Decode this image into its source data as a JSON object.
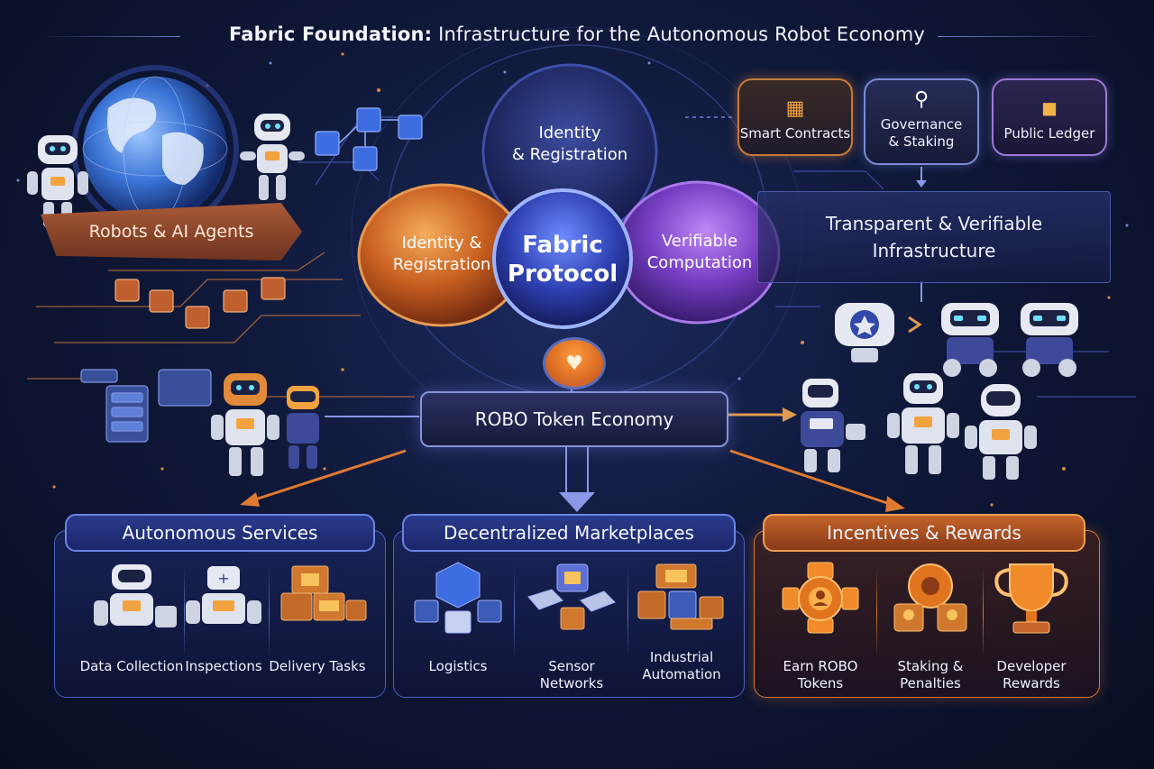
{
  "title": {
    "bold": "Fabric Foundation:",
    "rest": " Infrastructure for the Autonomous Robot Economy"
  },
  "left_banner": "Robots & AI Agents",
  "top_chips": [
    {
      "label": "Smart Contracts",
      "icon": "contract-chest-icon"
    },
    {
      "label": "Governance\n& Staking",
      "icon": "magnifier-icon"
    },
    {
      "label": "Public Ledger",
      "icon": "cube-icon"
    }
  ],
  "transparent_box": {
    "line1": "Transparent & Verifiable",
    "line2": "Infrastructure"
  },
  "protocol": {
    "top": {
      "line1": "Identity",
      "line2": "& Registration"
    },
    "left": {
      "line1": "Identity &",
      "line2": "Registration"
    },
    "center": {
      "line1": "Fabric",
      "line2": "Protocol"
    },
    "right": {
      "line1": "Verifiable",
      "line2": "Computation"
    }
  },
  "token_economy": "ROBO Token Economy",
  "panels": [
    {
      "title": "Autonomous Services",
      "items": [
        {
          "label": "Data Collection",
          "icon": "robot-icon"
        },
        {
          "label": "Inspections",
          "icon": "inspection-robot-icon"
        },
        {
          "label": "Delivery Tasks",
          "icon": "delivery-boxes-icon"
        }
      ]
    },
    {
      "title": "Decentralized Marketplaces",
      "items": [
        {
          "label": "Logistics",
          "icon": "logistics-hub-icon"
        },
        {
          "label": "Sensor Networks",
          "icon": "sensor-network-icon"
        },
        {
          "label": "Industrial\nAutomation",
          "icon": "factory-blocks-icon"
        }
      ]
    },
    {
      "title": "Incentives & Rewards",
      "items": [
        {
          "label": "Earn ROBO\nTokens",
          "icon": "token-gear-icon"
        },
        {
          "label": "Staking &\nPenalties",
          "icon": "staking-gear-icon"
        },
        {
          "label": "Developer\nRewards",
          "icon": "trophy-icon"
        }
      ]
    }
  ],
  "colors": {
    "background": "#0f1838",
    "accent_blue": "#5b6fd6",
    "accent_orange": "#e07a32",
    "accent_purple": "#8d52d8"
  }
}
